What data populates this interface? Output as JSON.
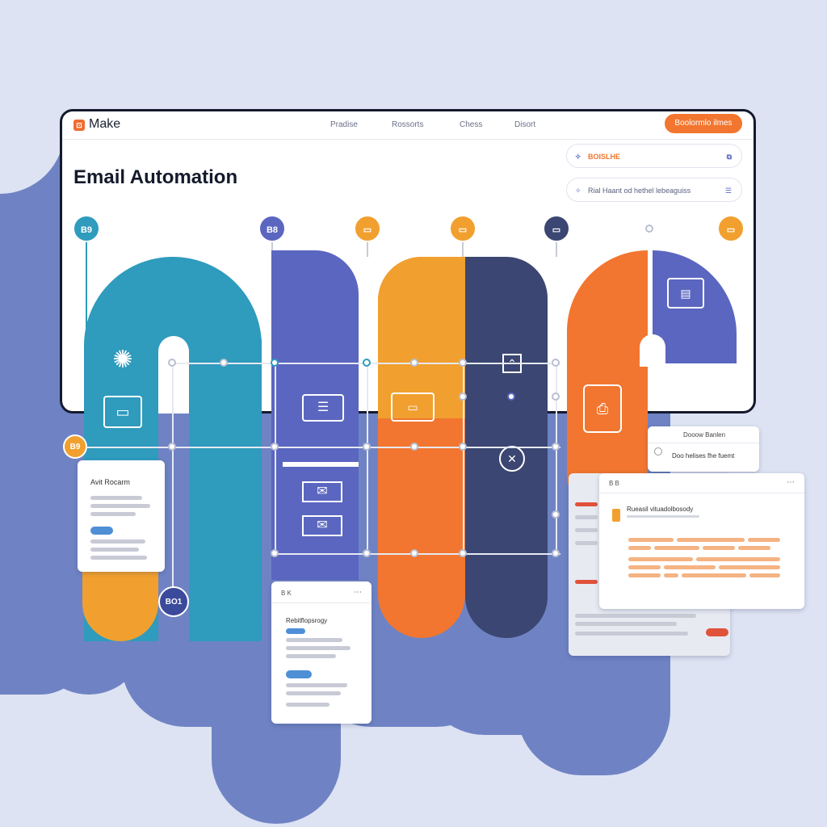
{
  "header": {
    "logo_mark": "⊡",
    "app_name": "Make",
    "nav": [
      "Pradise",
      "Rossorts",
      "Chess",
      "Disort"
    ],
    "cta_label": "Boolormlo ilmes"
  },
  "page_title": "Email Automation",
  "panels": [
    {
      "label": "BOISLHE"
    },
    {
      "label": "Rial Haant od hethel lebeaguiss"
    }
  ],
  "step_nodes": [
    {
      "label": "B9",
      "color": "#2f9bbd"
    },
    {
      "label": "B8",
      "color": "#5b66c0"
    },
    {
      "label": "▭",
      "color": "#f1a02f"
    },
    {
      "label": "▭",
      "color": "#f1a02f"
    },
    {
      "label": "▭",
      "color": "#3b4672"
    },
    {
      "label": "▭",
      "color": "#f1a02f"
    }
  ],
  "side_nodes": [
    {
      "label": "B9",
      "color": "#f1a02f"
    },
    {
      "label": "BO1",
      "color": "#3b4a9a"
    }
  ],
  "cards": {
    "left": {
      "title": "Avit Rocarm"
    },
    "bottom": {
      "title": "Rebitflopsrogy",
      "header": "B K"
    },
    "right_small": {
      "header": "Dooow Banlen",
      "title": "Doo helises fhe fuemt"
    },
    "right_big": {
      "header": "B B",
      "title": "Rueasil vituadolbosody"
    }
  },
  "colors": {
    "teal": "#2f9bbd",
    "indigo": "#5b66c0",
    "orange": "#f2762f",
    "amber": "#f1a02f",
    "navy": "#3b4672",
    "background": "#dde3f3"
  }
}
